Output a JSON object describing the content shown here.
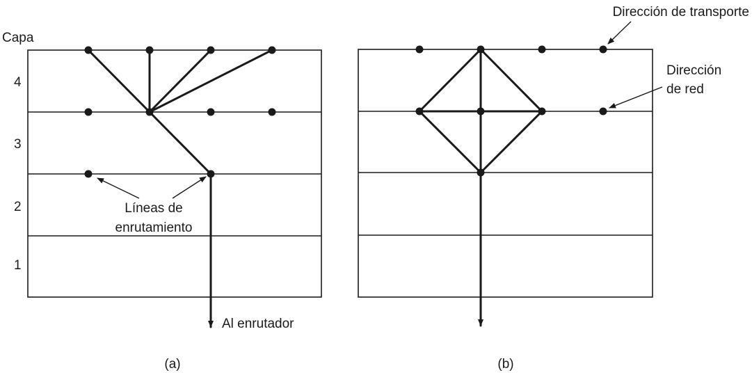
{
  "layer_heading": "Capa",
  "layers": [
    "4",
    "3",
    "2",
    "1"
  ],
  "panel_a": {
    "caption": "(a)",
    "routing_lines_label": [
      "Líneas de",
      "enrutamiento"
    ],
    "router_label": "Al enrutador"
  },
  "panel_b": {
    "caption": "(b)",
    "transport_address_label": "Dirección de transporte",
    "network_address_label": [
      "Dirección",
      "de red"
    ]
  }
}
